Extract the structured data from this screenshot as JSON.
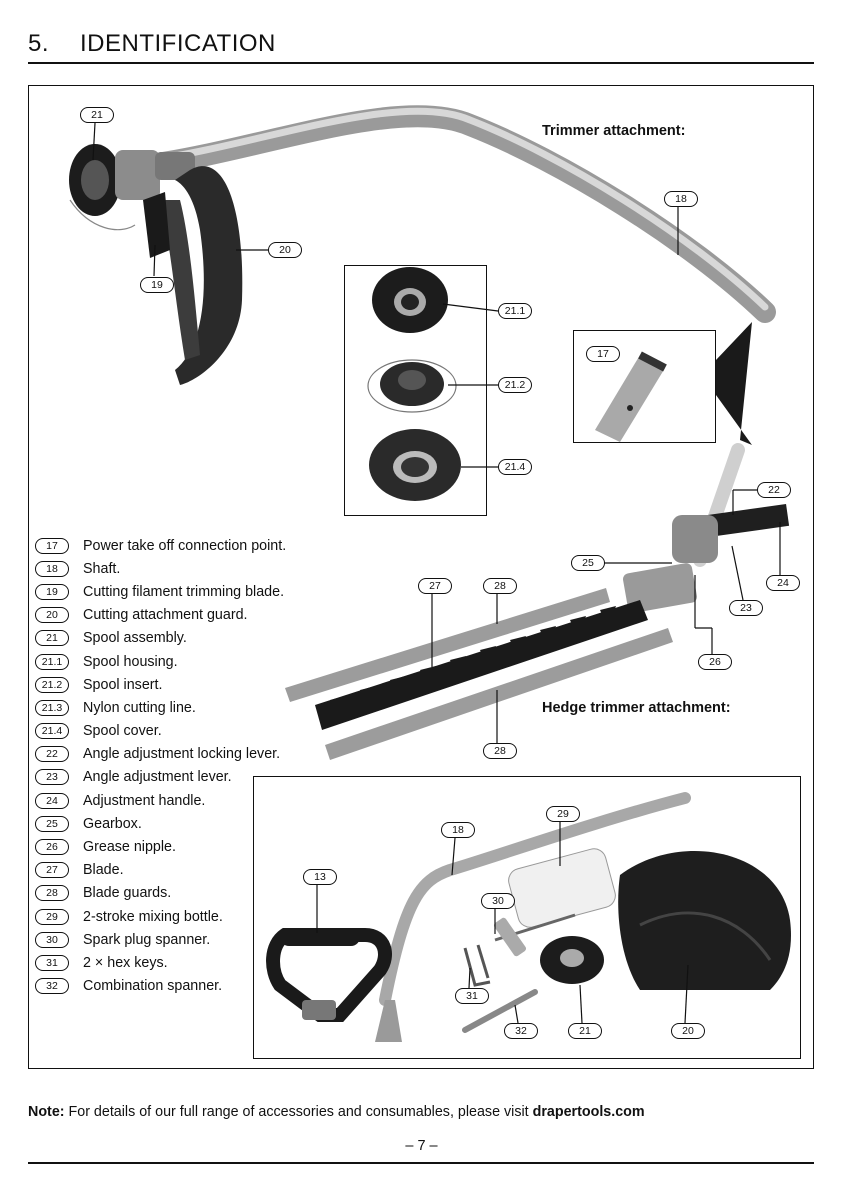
{
  "heading": {
    "number": "5.",
    "title": "IDENTIFICATION"
  },
  "labels": {
    "trimmer": "Trimmer attachment:",
    "hedge": "Hedge trimmer attachment:"
  },
  "legend": [
    {
      "num": "17",
      "text": "Power take off connection point."
    },
    {
      "num": "18",
      "text": "Shaft."
    },
    {
      "num": "19",
      "text": "Cutting filament trimming blade."
    },
    {
      "num": "20",
      "text": "Cutting attachment guard."
    },
    {
      "num": "21",
      "text": "Spool assembly."
    },
    {
      "num": "21.1",
      "text": "Spool housing."
    },
    {
      "num": "21.2",
      "text": "Spool insert."
    },
    {
      "num": "21.3",
      "text": "Nylon cutting line."
    },
    {
      "num": "21.4",
      "text": "Spool cover."
    },
    {
      "num": "22",
      "text": "Angle adjustment locking lever."
    },
    {
      "num": "23",
      "text": "Angle adjustment lever."
    },
    {
      "num": "24",
      "text": "Adjustment handle."
    },
    {
      "num": "25",
      "text": "Gearbox."
    },
    {
      "num": "26",
      "text": "Grease nipple."
    },
    {
      "num": "27",
      "text": "Blade."
    },
    {
      "num": "28",
      "text": "Blade guards."
    },
    {
      "num": "29",
      "text": "2-stroke mixing bottle."
    },
    {
      "num": "30",
      "text": "Spark plug spanner."
    },
    {
      "num": "31",
      "text": "2 × hex keys."
    },
    {
      "num": "32",
      "text": "Combination spanner."
    }
  ],
  "callouts": {
    "c21": "21",
    "c20": "20",
    "c19": "19",
    "c18": "18",
    "c211": "21.1",
    "c212": "21.2",
    "c214": "21.4",
    "c17": "17",
    "c22": "22",
    "c25": "25",
    "c24": "24",
    "c23": "23",
    "c26": "26",
    "c27": "27",
    "c28a": "28",
    "c28b": "28",
    "k29": "29",
    "k18": "18",
    "k13": "13",
    "k30": "30",
    "k31": "31",
    "k32": "32",
    "k21": "21",
    "k20": "20"
  },
  "note": {
    "prefix": "Note:",
    "body": " For details of our full range of accessories and consumables, please visit ",
    "site": "drapertools.com"
  },
  "page_number": "– 7 –"
}
